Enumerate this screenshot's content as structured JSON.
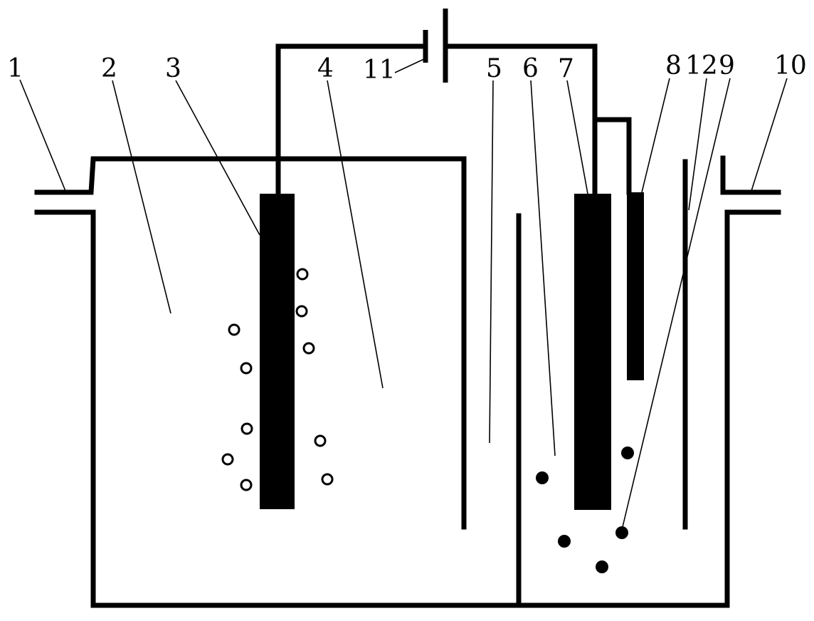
{
  "labels": {
    "l1": "1",
    "l2": "2",
    "l3": "3",
    "l4": "4",
    "l5": "5",
    "l6": "6",
    "l7": "7",
    "l8": "8",
    "l12": "12",
    "l9": "9",
    "l10": "10",
    "l11": "11"
  },
  "colors": {
    "ink": "#000000",
    "background": "#ffffff"
  }
}
